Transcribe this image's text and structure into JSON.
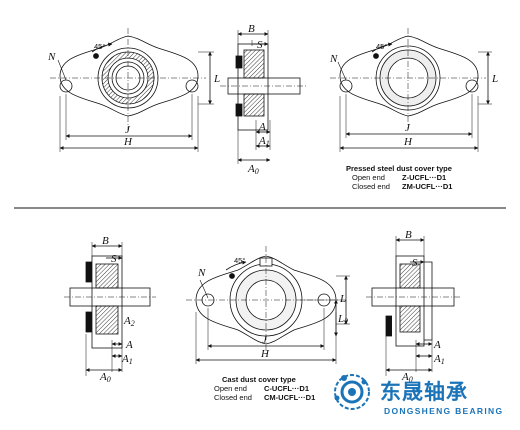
{
  "top_section": {
    "view1": {
      "N": "N",
      "angle": "45°",
      "L": "L",
      "J": "J",
      "H": "H"
    },
    "view2": {
      "B": "B",
      "S": "S",
      "A": "A",
      "A1": "A",
      "A1_sub": "1",
      "A0": "A",
      "A0_sub": "0"
    },
    "view3": {
      "N": "N",
      "angle": "45°",
      "L": "L",
      "J": "J",
      "H": "H"
    },
    "caption": {
      "title": "Pressed steel dust cover type",
      "row1_label": "Open end",
      "row1_code": "Z-UCFL···D1",
      "row2_label": "Closed end",
      "row2_code": "ZM-UCFL···D1"
    }
  },
  "bottom_section": {
    "view1": {
      "B": "B",
      "S": "S",
      "A": "A",
      "A1": "A",
      "A1_sub": "1",
      "A2": "A",
      "A2_sub": "2",
      "A0": "A",
      "A0_sub": "0"
    },
    "view2": {
      "N": "N",
      "angle": "45°",
      "L": "L",
      "L2": "L",
      "L2_sub": "2",
      "J": "J",
      "H": "H"
    },
    "view3": {
      "B": "B",
      "S": "S",
      "A": "A",
      "A1": "A",
      "A1_sub": "1",
      "A0": "A",
      "A0_sub": "0"
    },
    "caption": {
      "title": "Cast dust cover type",
      "row1_label": "Open end",
      "row1_code": "C-UCFL···D1",
      "row2_label": "Closed end",
      "row2_code": "CM-UCFL···D1"
    }
  },
  "watermark": {
    "cn": "东晟轴承",
    "en": "DONGSHENG BEARING"
  },
  "colors": {
    "line": "#111111",
    "accent": "#1c74b8",
    "hatch": "#222222"
  }
}
